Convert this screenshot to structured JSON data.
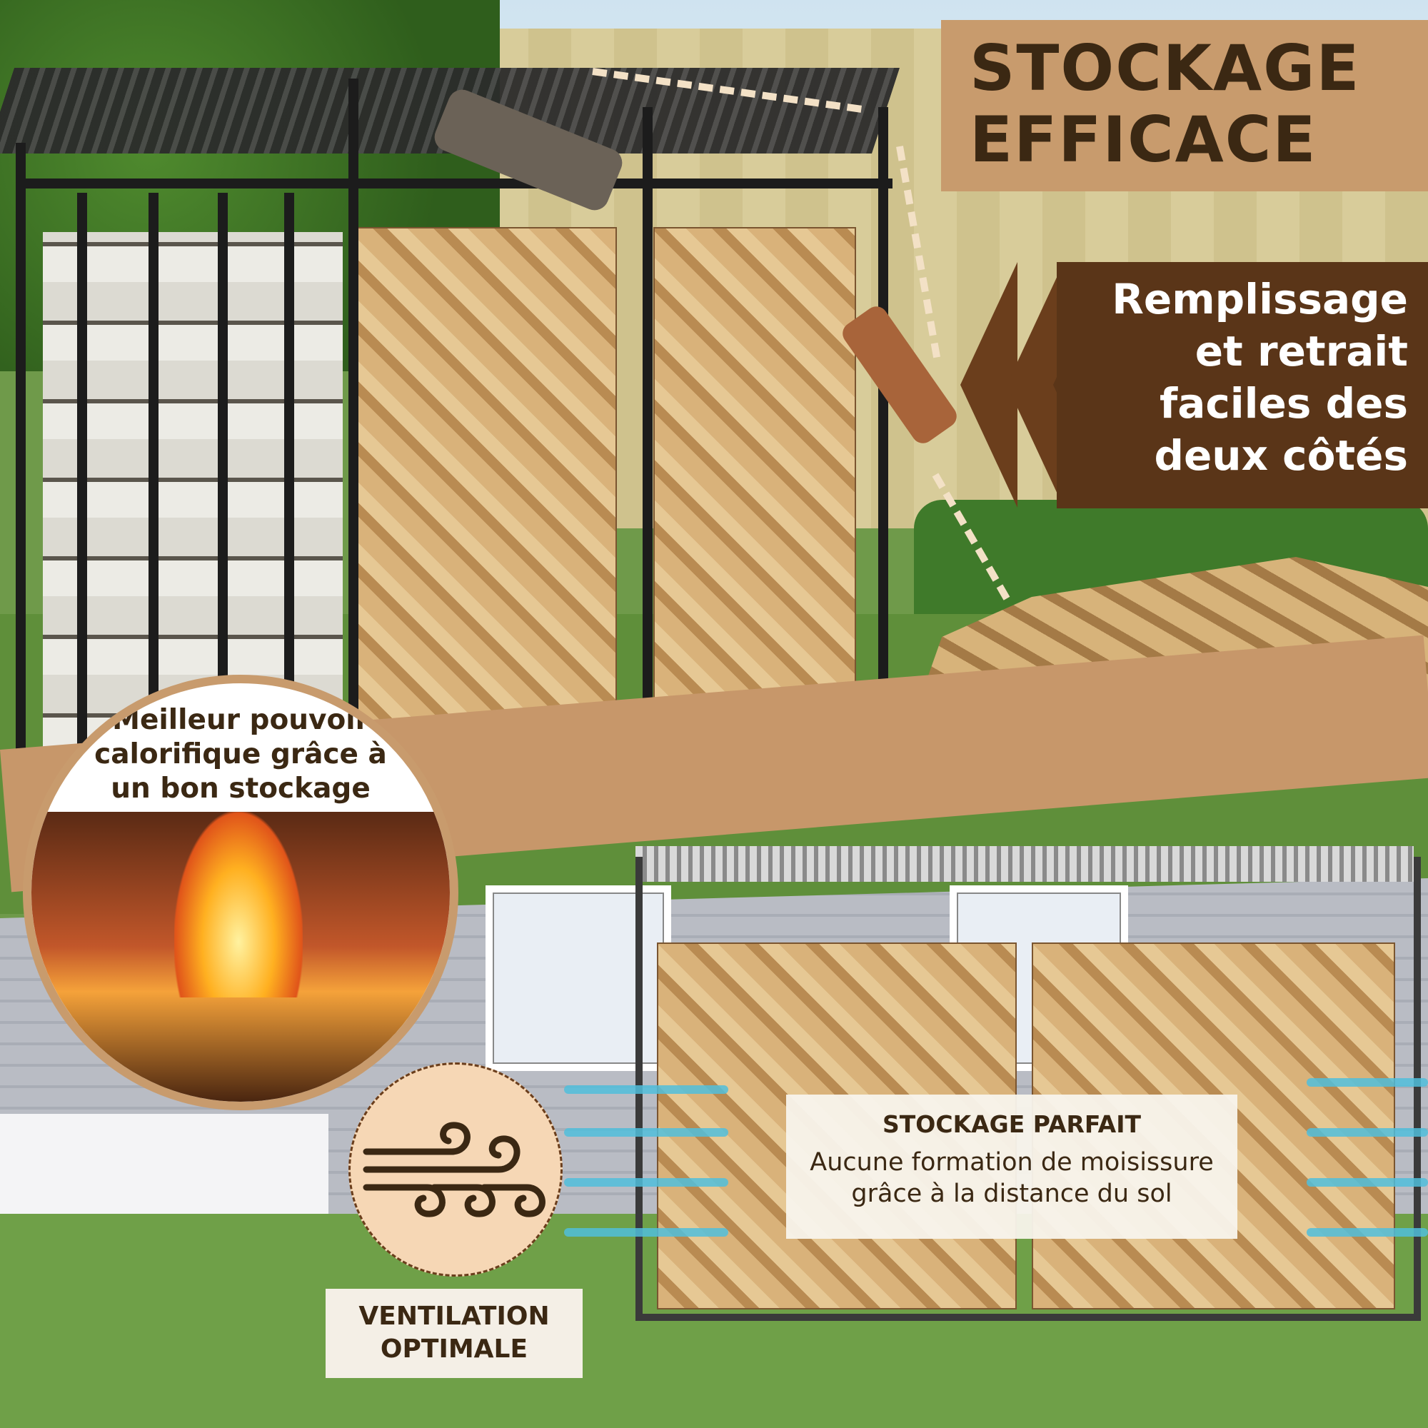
{
  "header": {
    "title_line1": "STOCKAGE",
    "title_line2": "EFFICACE"
  },
  "feature_fill": {
    "line1": "Remplissage",
    "line2": "et retrait",
    "line3": "faciles des",
    "line4": "deux côtés"
  },
  "feature_heat": {
    "line1": "Meilleur pouvoir",
    "line2": "calorifique grâce à",
    "line3": "un bon stockage"
  },
  "feature_ventilation": {
    "line1": "VENTILATION",
    "line2": "OPTIMALE",
    "icon": "wind-icon"
  },
  "feature_storage": {
    "title": "STOCKAGE PARFAIT",
    "line1": "Aucune formation de moisissure",
    "line2": "grâce à la distance du sol"
  },
  "colors": {
    "tan": "#c89b6d",
    "dark_brown": "#5a3518",
    "text_brown": "#3b2813",
    "airflow": "#50bedc"
  }
}
